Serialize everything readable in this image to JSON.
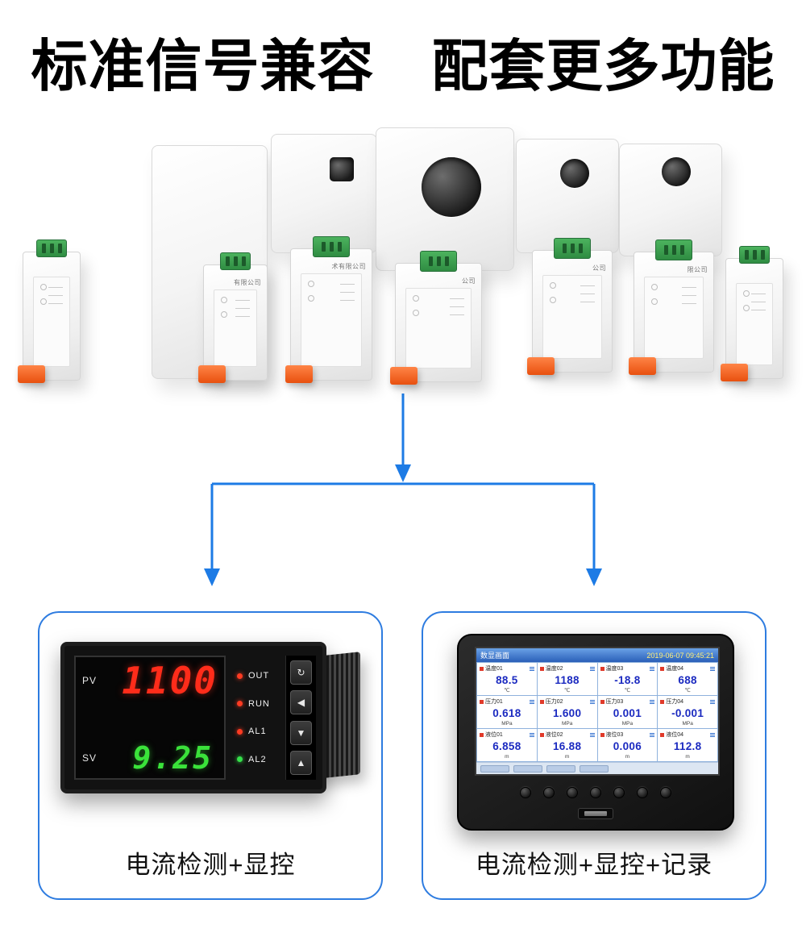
{
  "header": {
    "title": "标准信号兼容　配套更多功能"
  },
  "montage": {
    "module_labels": [
      "有限公司",
      "术有限公司",
      "公司",
      "公司",
      "限公司"
    ]
  },
  "left_card": {
    "caption": "电流检测+显控",
    "meter": {
      "pv_label": "PV",
      "pv_value": "1100",
      "sv_label": "SV",
      "sv_value": "9.25",
      "indicators": [
        {
          "label": "OUT",
          "color": "#ff3b22"
        },
        {
          "label": "RUN",
          "color": "#ff3b22"
        },
        {
          "label": "AL1",
          "color": "#ff3b22"
        },
        {
          "label": "AL2",
          "color": "#35e04a"
        }
      ],
      "buttons": [
        "↻",
        "◀",
        "▼",
        "▲"
      ]
    }
  },
  "right_card": {
    "caption": "电流检测+显控+记录",
    "recorder": {
      "screen_title": "数显画面",
      "timestamp": "2019-06-07 09:45:21",
      "channels": [
        {
          "name": "温度01",
          "value": "88.5",
          "unit": "℃"
        },
        {
          "name": "温度02",
          "value": "1188",
          "unit": "℃"
        },
        {
          "name": "温度03",
          "value": "-18.8",
          "unit": "℃"
        },
        {
          "name": "温度04",
          "value": "688",
          "unit": "℃"
        },
        {
          "name": "压力01",
          "value": "0.618",
          "unit": "MPa"
        },
        {
          "name": "压力02",
          "value": "1.600",
          "unit": "MPa"
        },
        {
          "name": "压力03",
          "value": "0.001",
          "unit": "MPa"
        },
        {
          "name": "压力04",
          "value": "-0.001",
          "unit": "MPa"
        },
        {
          "name": "液位01",
          "value": "6.858",
          "unit": "m"
        },
        {
          "name": "液位02",
          "value": "16.88",
          "unit": "m"
        },
        {
          "name": "液位03",
          "value": "0.006",
          "unit": "m"
        },
        {
          "name": "液位04",
          "value": "112.8",
          "unit": "m"
        }
      ]
    }
  },
  "colors": {
    "arrow_blue": "#1d7be5",
    "card_border": "#2e7ce0",
    "terminal_green": "#3a9e4e",
    "clip_orange": "#ee5a16",
    "display_red": "#ff2c1a",
    "display_green": "#3ae23a",
    "value_blue": "#1b2ac0",
    "screen_header_blue": "#2a5fb8"
  }
}
